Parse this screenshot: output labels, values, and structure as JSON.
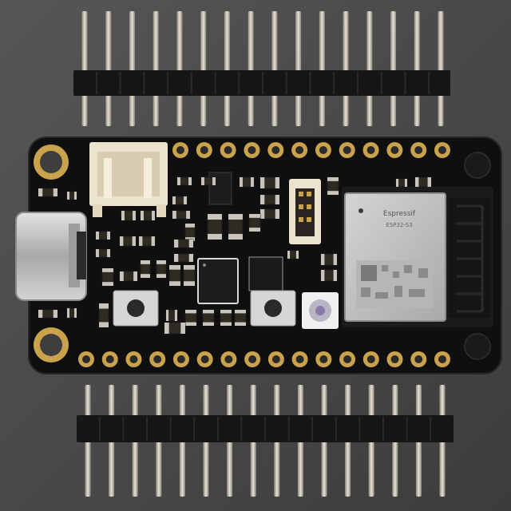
{
  "scene": {
    "subject": "microcontroller-feather-board",
    "header_top_pins": 16,
    "header_bottom_pins": 16,
    "board_top_pads": 12,
    "board_bottom_pads": 16
  },
  "colors": {
    "background": "#4a4a4a",
    "pcb": "#121212",
    "gold": "#caa24c",
    "pin_metal": "#c9c4b8",
    "header_plastic": "#161616",
    "connector_cream": "#ece3cf",
    "usb_metal": "#bdbdbd",
    "module_shield": "#c4c4c2"
  },
  "labels": {
    "module_brand": "Espressif",
    "module_text": "ESP32-S3"
  }
}
